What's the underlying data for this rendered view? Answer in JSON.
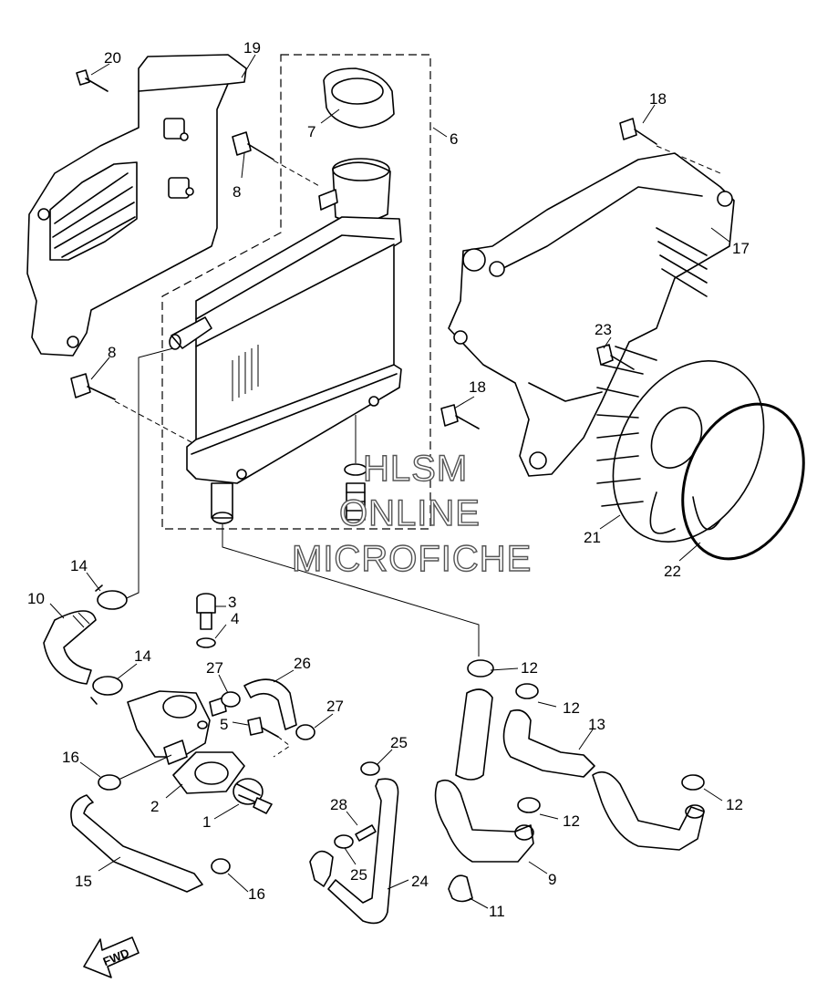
{
  "diagram": {
    "callouts": [
      {
        "id": "c1",
        "label": "1"
      },
      {
        "id": "c2",
        "label": "2"
      },
      {
        "id": "c3",
        "label": "3"
      },
      {
        "id": "c4",
        "label": "4"
      },
      {
        "id": "c5",
        "label": "5"
      },
      {
        "id": "c6",
        "label": "6"
      },
      {
        "id": "c7",
        "label": "7"
      },
      {
        "id": "c8a",
        "label": "8"
      },
      {
        "id": "c8b",
        "label": "8"
      },
      {
        "id": "c9",
        "label": "9"
      },
      {
        "id": "c10",
        "label": "10"
      },
      {
        "id": "c11",
        "label": "11"
      },
      {
        "id": "c12a",
        "label": "12"
      },
      {
        "id": "c12b",
        "label": "12"
      },
      {
        "id": "c12c",
        "label": "12"
      },
      {
        "id": "c12d",
        "label": "12"
      },
      {
        "id": "c13",
        "label": "13"
      },
      {
        "id": "c14a",
        "label": "14"
      },
      {
        "id": "c14b",
        "label": "14"
      },
      {
        "id": "c15",
        "label": "15"
      },
      {
        "id": "c16a",
        "label": "16"
      },
      {
        "id": "c16b",
        "label": "16"
      },
      {
        "id": "c17",
        "label": "17"
      },
      {
        "id": "c18a",
        "label": "18"
      },
      {
        "id": "c18b",
        "label": "18"
      },
      {
        "id": "c19",
        "label": "19"
      },
      {
        "id": "c20",
        "label": "20"
      },
      {
        "id": "c21",
        "label": "21"
      },
      {
        "id": "c22",
        "label": "22"
      },
      {
        "id": "c23",
        "label": "23"
      },
      {
        "id": "c24",
        "label": "24"
      },
      {
        "id": "c25a",
        "label": "25"
      },
      {
        "id": "c25b",
        "label": "25"
      },
      {
        "id": "c26",
        "label": "26"
      },
      {
        "id": "c27a",
        "label": "27"
      },
      {
        "id": "c27b",
        "label": "27"
      },
      {
        "id": "c28",
        "label": "28"
      }
    ],
    "watermark": {
      "line1": "HLSM",
      "line2": "ONLINE",
      "line3": "MICROFICHE"
    },
    "fwd_label": "FWD"
  }
}
